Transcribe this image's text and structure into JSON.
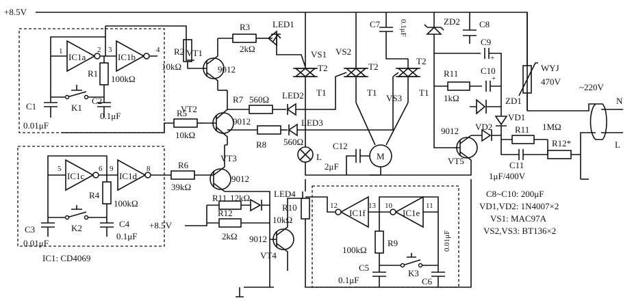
{
  "labels": {
    "vcc_top": "+8.5V",
    "vcc_mid": "+8.5V",
    "ic1a": "IC1a",
    "ic1b": "IC1b",
    "ic1c": "IC1c",
    "ic1d": "IC1d",
    "ic1e": "IC1e",
    "ic1f": "IC1f",
    "pin1": "1",
    "pin2": "2",
    "pin3": "3",
    "pin4": "4",
    "pin5": "5",
    "pin6": "6",
    "pin8": "8",
    "pin9": "9",
    "pin10": "10",
    "pin11": "11",
    "pin12": "12",
    "pin13": "13",
    "r1": "R1",
    "r1_val": "100kΩ",
    "r2": "R2",
    "r2_val": "10kΩ",
    "r3": "R3",
    "r3_val": "2kΩ",
    "r4": "R4",
    "r4_val": "100kΩ",
    "r5": "R5",
    "r5_val": "10kΩ",
    "r6": "R6",
    "r6_val": "39kΩ",
    "r7": "R7",
    "r7_val": "560Ω",
    "r8": "R8",
    "r8_val": "560Ω",
    "r9": "R9",
    "r9_val": "100kΩ",
    "r10": "R10",
    "r10_val": "10kΩ",
    "r11a": "R11",
    "r11a_val": "12kΩ",
    "r11b": "R11",
    "r11b_val": "1kΩ",
    "r11c": "R11",
    "r12": "R12",
    "r12_val": "2kΩ",
    "r12s": "R12*",
    "r1m": "1MΩ",
    "c1": "C1",
    "c1_val": "0.01μF",
    "c2": "C2",
    "c2_val": "0.1μF",
    "c3": "C3",
    "c3_val": "0.01μF",
    "c4": "C4",
    "c4_val": "0.1μF",
    "c5": "C5",
    "c5_val": "0.1μF",
    "c6": "C6",
    "c6_val": "0.01μF",
    "c7": "C7",
    "c7_val": "0.1μF",
    "c8": "C8",
    "c9": "C9",
    "c10": "C10",
    "c11": "C11",
    "c11_val": "1μF/400V",
    "c12": "C12",
    "c12_val": "2μF",
    "k1": "K1",
    "k2": "K2",
    "k3": "K3",
    "vt1": "VT1",
    "vt1_type": "9012",
    "vt2": "VT2",
    "vt2_type": "9012",
    "vt3": "VT3",
    "vt3_type": "9012",
    "vt4": "VT4",
    "vt4_type": "9012",
    "vt5": "VT5",
    "vt5_type": "9012",
    "led1": "LED1",
    "led2": "LED2",
    "led3": "LED3",
    "led4": "LED4",
    "vs1": "VS1",
    "vs2": "VS2",
    "vs3": "VS3",
    "t1": "T1",
    "t2": "T2",
    "zd1": "ZD1",
    "zd2": "ZD2",
    "vd1": "VD1",
    "vd2": "VD2",
    "wyj": "WYJ",
    "wyj_val": "470V",
    "ac": "~220V",
    "n": "N",
    "l": "L",
    "lamp": "L",
    "motor": "M",
    "ic1_note": "IC1: CD4069"
  },
  "notes": [
    "C8~C10: 200μF",
    "VD1,VD2: 1N4007×2",
    "VS1: MAC97A",
    "VS2,VS3: BT136×2"
  ]
}
